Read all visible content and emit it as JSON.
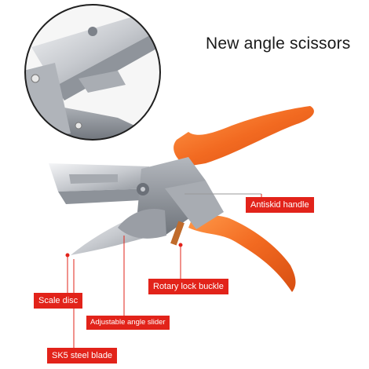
{
  "title": "New angle scissors",
  "labels": {
    "antiskid_handle": "Antiskid handle",
    "rotary_lock_buckle": "Rotary lock buckle",
    "scale_disc": "Scale disc",
    "adjustable_angle_slider": "Adjustable angle slider",
    "sk5_steel_blade": "SK5 steel blade"
  },
  "colors": {
    "label_bg": "#e2231a",
    "handle": "#f26a21",
    "metal": "#c9ccd1",
    "title": "#1a1a1a"
  }
}
